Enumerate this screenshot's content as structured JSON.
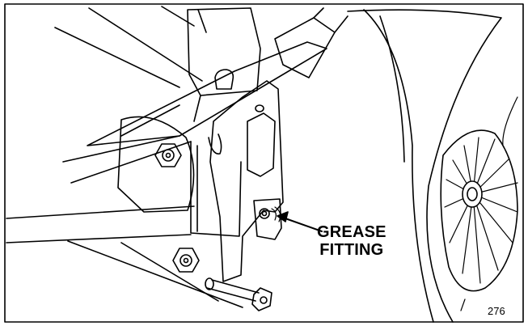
{
  "callout": {
    "line1": "GREASE",
    "line2": "FITTING"
  },
  "figure_number": "276",
  "colors": {
    "ink": "#000000",
    "paper": "#ffffff"
  }
}
